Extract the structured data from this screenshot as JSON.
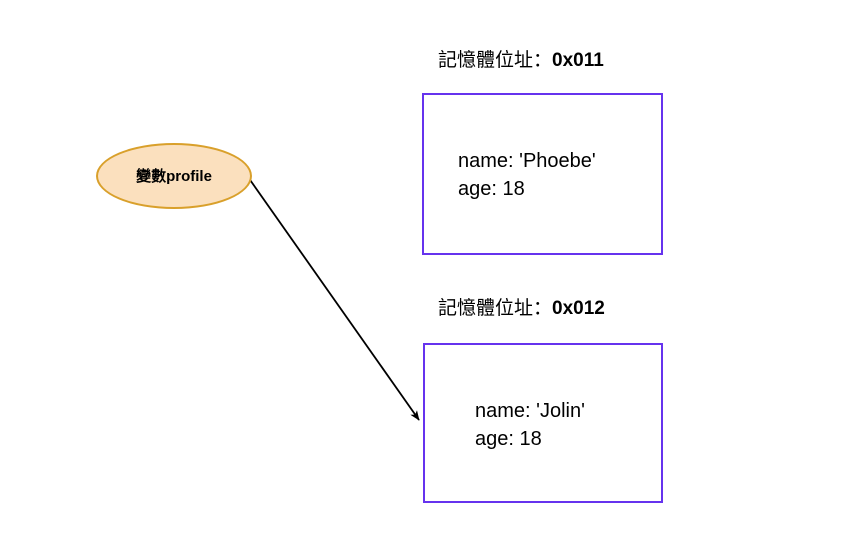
{
  "diagram": {
    "title_text": "",
    "background_color": "#ffffff",
    "variable_node": {
      "name": "variable-node",
      "label": "變數profile",
      "shape": "ellipse",
      "fill_color": "#fbe0be",
      "border_color": "#d9a02b"
    },
    "edges": [
      {
        "name": "pointer-arrow",
        "from": "variable-node",
        "to": "memory-box-2",
        "color": "#000000",
        "arrowhead": "filled-triangle"
      }
    ],
    "memory_blocks": [
      {
        "id": "memory-box-1",
        "address_label_prefix": "記憶體位址：",
        "address_value": "0x011",
        "border_color": "#6633ee",
        "fields": [
          "name: 'Phoebe'",
          "age: 18"
        ]
      },
      {
        "id": "memory-box-2",
        "address_label_prefix": "記憶體位址：",
        "address_value": "0x012",
        "border_color": "#6633ee",
        "fields": [
          "name: 'Jolin'",
          "age: 18"
        ]
      }
    ]
  }
}
